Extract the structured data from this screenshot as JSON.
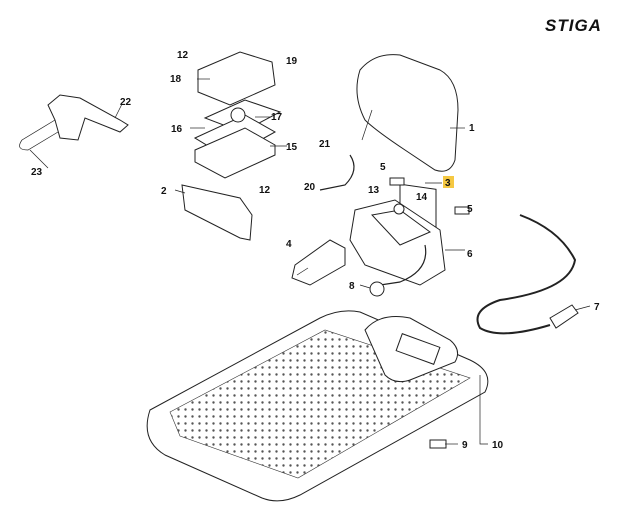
{
  "brand": "STIGA",
  "highlight_color": "#f5c842",
  "callouts": {
    "c1": "1",
    "c2": "2",
    "c3": "3",
    "c4": "4",
    "c5a": "5",
    "c5b": "5",
    "c6": "6",
    "c7": "7",
    "c8": "8",
    "c9": "9",
    "c10": "10",
    "c12a": "12",
    "c12b": "12",
    "c13": "13",
    "c14": "14",
    "c15": "15",
    "c16": "16",
    "c17": "17",
    "c18": "18",
    "c19": "19",
    "c20": "20",
    "c21": "21",
    "c22": "22",
    "c23": "23"
  },
  "highlighted_part": "3"
}
